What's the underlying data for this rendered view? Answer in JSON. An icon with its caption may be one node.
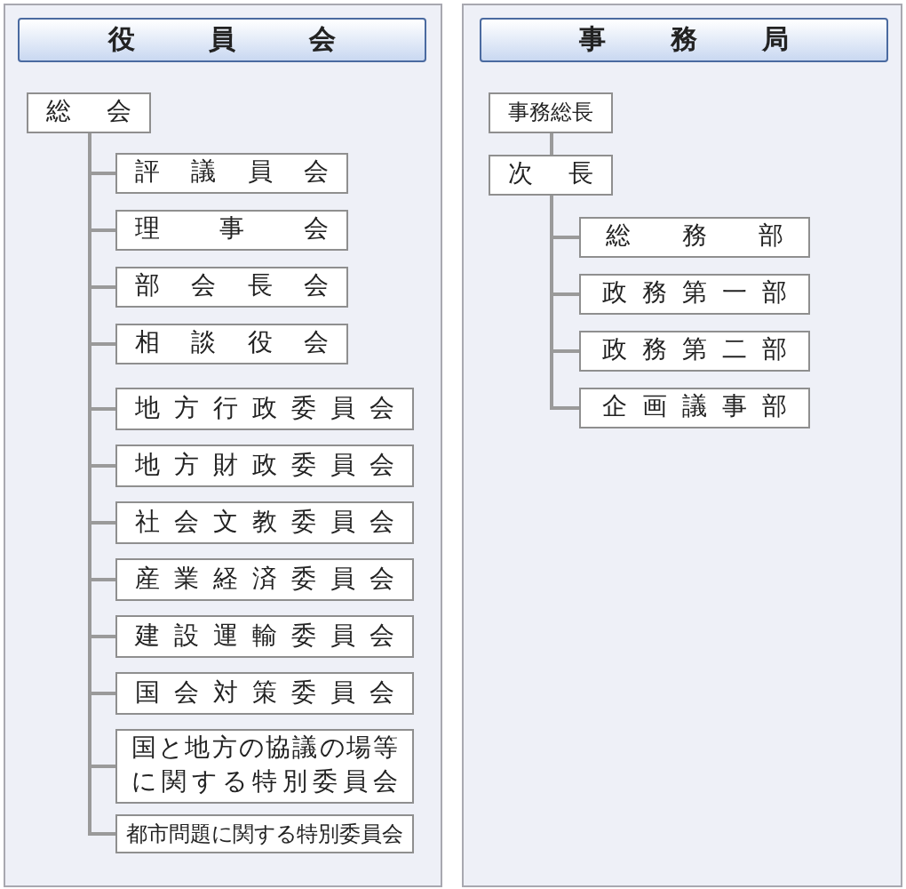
{
  "diagram": {
    "nodes": [
      {
        "text": [],
        "shape": "box"
      },
      {
        "text": [
          "役員会"
        ],
        "in": 0
      },
      {
        "text": [
          "総会"
        ],
        "in": 0
      },
      {
        "text": [
          "評議員会"
        ],
        "in": 0
      },
      {
        "text": [
          "理事会"
        ],
        "in": 0
      },
      {
        "text": [
          "部会長会"
        ],
        "in": 0
      },
      {
        "text": [
          "相談役会"
        ],
        "in": 0
      },
      {
        "text": [
          "地方行政委員会"
        ],
        "in": 0
      },
      {
        "text": [
          "地方財政委員会"
        ],
        "in": 0
      },
      {
        "text": [
          "社会文教委員会"
        ],
        "in": 0
      },
      {
        "text": [
          "産業経済委員会"
        ],
        "in": 0
      },
      {
        "text": [
          "建設運輸委員会"
        ],
        "in": 0
      },
      {
        "text": [
          "国会対策委員会"
        ],
        "in": 0
      },
      {
        "text": [
          "国と地方の協議の場等に関する特別委員会"
        ],
        "in": 0
      },
      {
        "text": [
          "都市問題に関する特別委員会"
        ],
        "in": 0
      },
      {
        "text": [],
        "shape": "box"
      },
      {
        "text": [
          "事務局"
        ],
        "in": 15
      },
      {
        "text": [
          "事務総長"
        ],
        "in": 15
      },
      {
        "text": [
          "次長"
        ],
        "in": 15
      },
      {
        "text": [
          "総務部"
        ],
        "in": 15
      },
      {
        "text": [
          "政務第一部"
        ],
        "in": 15
      },
      {
        "text": [
          "政務第二部"
        ],
        "in": 15
      },
      {
        "text": [
          "企画議事部"
        ],
        "in": 15
      }
    ],
    "edges": [
      {
        "from": 2,
        "to": 3,
        "arrow": "none"
      },
      {
        "from": 2,
        "to": 4,
        "arrow": "none"
      },
      {
        "from": 2,
        "to": 5,
        "arrow": "none"
      },
      {
        "from": 2,
        "to": 6,
        "arrow": "none"
      },
      {
        "from": 2,
        "to": 7,
        "arrow": "none"
      },
      {
        "from": 2,
        "to": 8,
        "arrow": "none"
      },
      {
        "from": 2,
        "to": 9,
        "arrow": "none"
      },
      {
        "from": 2,
        "to": 10,
        "arrow": "none"
      },
      {
        "from": 2,
        "to": 11,
        "arrow": "none"
      },
      {
        "from": 2,
        "to": 12,
        "arrow": "none"
      },
      {
        "from": 2,
        "to": 13,
        "arrow": "none"
      },
      {
        "from": 2,
        "to": 14,
        "arrow": "none"
      },
      {
        "from": 17,
        "to": 18,
        "arrow": "none"
      },
      {
        "from": 18,
        "to": 19,
        "arrow": "none"
      },
      {
        "from": 18,
        "to": 20,
        "arrow": "none"
      },
      {
        "from": 18,
        "to": 21,
        "arrow": "none"
      },
      {
        "from": 18,
        "to": 22,
        "arrow": "none"
      }
    ]
  }
}
